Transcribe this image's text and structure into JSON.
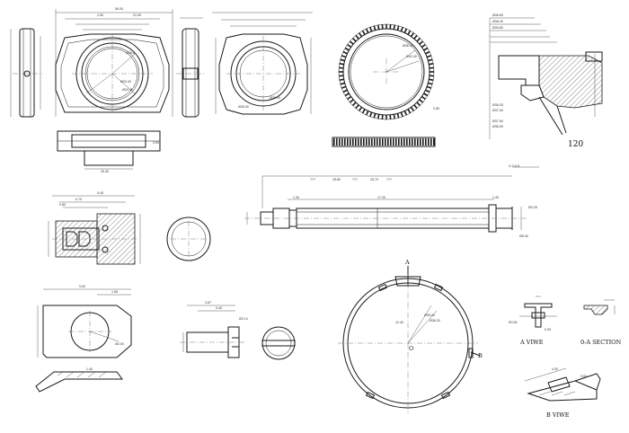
{
  "labels": {
    "a_top": "A",
    "o_center": "O",
    "b_marker": "B",
    "a_view": "A VIWE",
    "section_oa": "0-A SECTION",
    "b_view": "B VIWE",
    "callout_120": "120"
  }
}
